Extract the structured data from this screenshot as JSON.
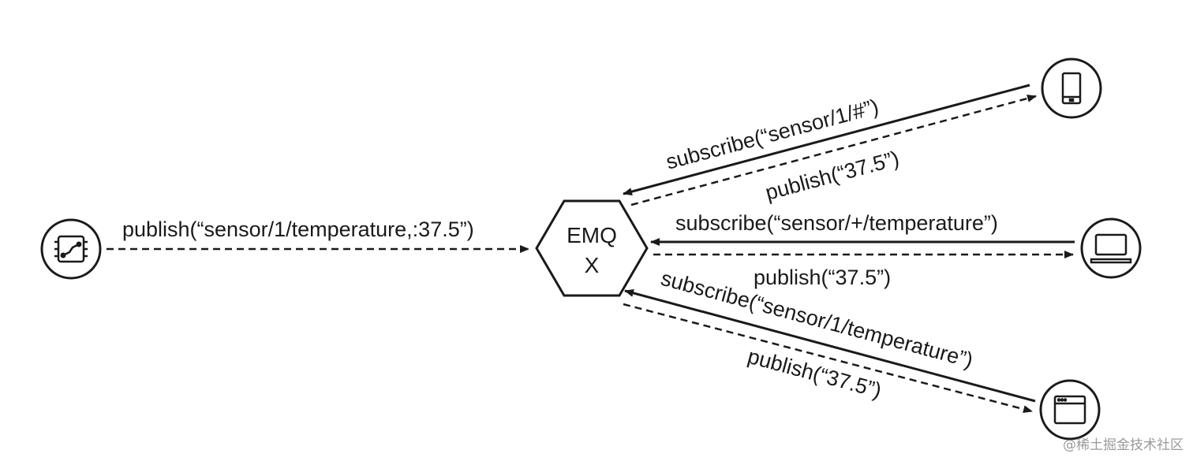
{
  "hub": {
    "line1": "EMQ",
    "line2": "X"
  },
  "nodes": {
    "sensor": {
      "icon": "circuit-board-icon"
    },
    "mobile": {
      "icon": "smartphone-icon"
    },
    "laptop": {
      "icon": "laptop-icon"
    },
    "browser": {
      "icon": "browser-window-icon"
    }
  },
  "flows": {
    "sensor_publish": "publish(“sensor/1/temperature,:37.5”)",
    "mobile_subscribe": "subscribe(“sensor/1/#”)",
    "mobile_publish": "publish(“37.5”)",
    "laptop_subscribe": "subscribe(“sensor/+/temperature”)",
    "laptop_publish": "publish(“37.5”)",
    "browser_subscribe": "subscribe(“sensor/1/temperature”)",
    "browser_publish": "publish(“37.5”)"
  },
  "watermark": "@稀土掘金技术社区"
}
